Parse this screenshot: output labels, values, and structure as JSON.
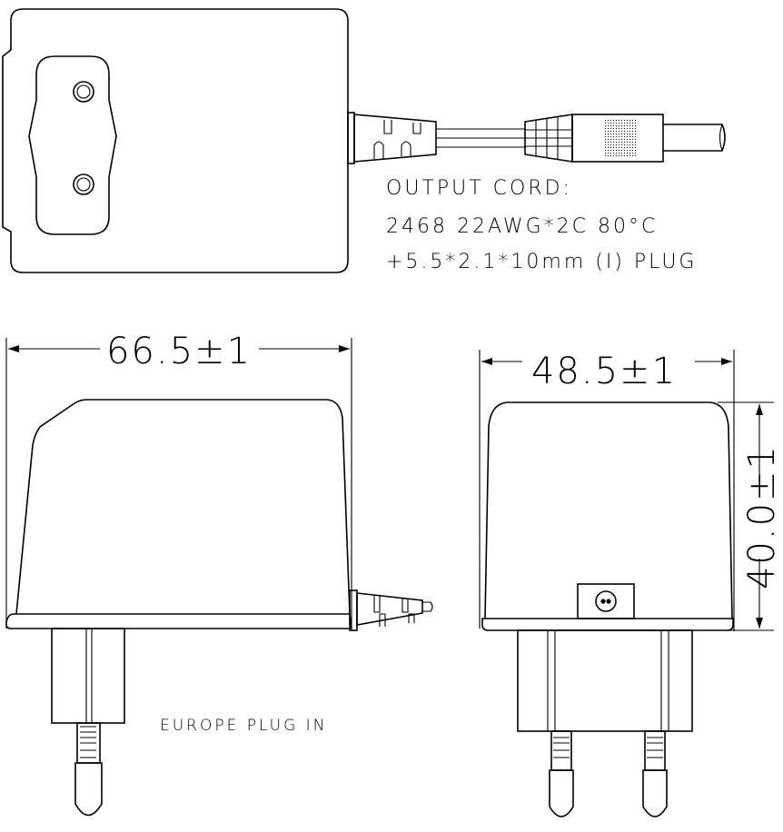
{
  "cord_note": {
    "title": "OUTPUT CORD:",
    "line1": "2468 22AWG*2C 80°C",
    "line2": "+5.5*2.1*10mm (I) PLUG"
  },
  "dimensions": {
    "length": "66.5±1",
    "width": "48.5±1",
    "height": "40.0±1"
  },
  "side_label": "EUROPE PLUG IN"
}
